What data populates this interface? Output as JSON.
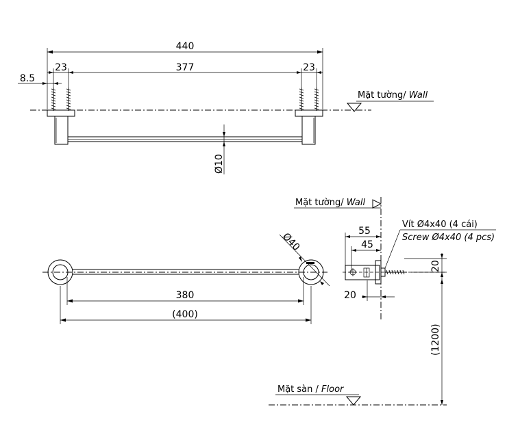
{
  "top_view": {
    "dims": {
      "overall": "440",
      "left_edge": "8.5",
      "left_bracket": "23",
      "center": "377",
      "right_bracket": "23",
      "rod_diameter": "Ø10"
    },
    "wall_label": {
      "vi": "Mặt tường/ ",
      "en": "Wall"
    }
  },
  "front_view": {
    "dims": {
      "rosette_diameter": "Ø40",
      "inner": "380",
      "outer": "(400)"
    }
  },
  "side_view": {
    "wall_label": {
      "vi": "Mặt tường/ ",
      "en": "Wall"
    },
    "dims": {
      "depth": "55",
      "depth_inner": "45",
      "base": "20",
      "height_right": "20",
      "mount_height": "(1200)"
    },
    "screw_label": {
      "vi": "Vít Ø4x40 (4 cái)",
      "en": "Screw Ø4x40 (4 pcs)"
    },
    "floor_label": {
      "vi": "Mặt sàn / ",
      "en": "Floor"
    }
  }
}
